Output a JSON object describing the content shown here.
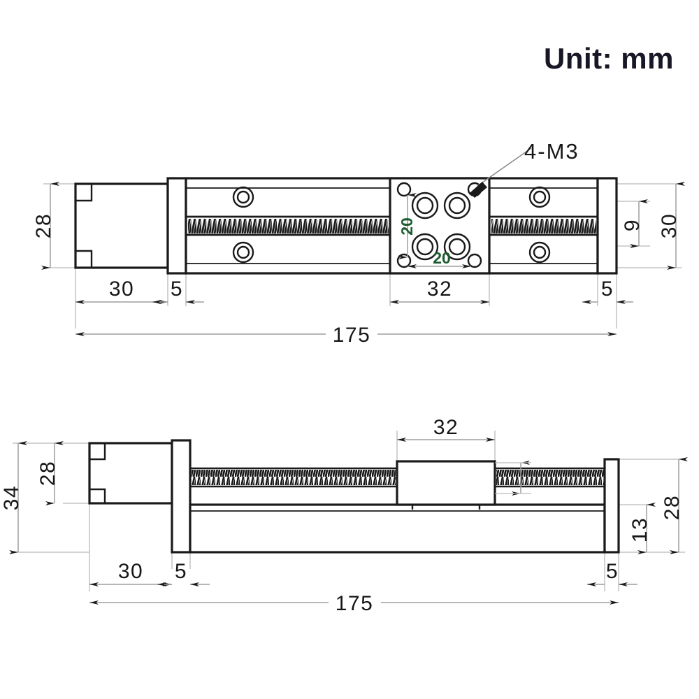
{
  "sheet": {
    "unit_note": "Unit: mm",
    "background_color": "#ffffff",
    "line_color": "#1a1a1a",
    "dimension_color": "#9a9a9a",
    "dimension_text_color": "#1a1a1a",
    "highlight_text_color": "#1d5c2e"
  },
  "views": {
    "top": {
      "name": "top-view",
      "callouts": {
        "thread_note": "4-M3"
      },
      "dimensions": {
        "motor_height": "28",
        "overall_height": "30",
        "rail_offset": "9",
        "motor_length": "30",
        "end_cap_left": "5",
        "carriage_width": "32",
        "end_cap_right": "5",
        "overall_length": "175",
        "hole_pitch_vertical": "20",
        "hole_pitch_horizontal": "20"
      }
    },
    "side": {
      "name": "side-view",
      "dimensions": {
        "overall_height": "34",
        "motor_height": "28",
        "body_height": "28",
        "base_height": "13",
        "motor_length": "30",
        "end_cap_left": "5",
        "carriage_width": "32",
        "end_cap_right": "5",
        "overall_length": "175"
      }
    }
  },
  "chart_data": {
    "type": "table",
    "title": "Linear Actuator Slide Dimensioned Drawing",
    "xlabel": "",
    "ylabel": "",
    "categories": [
      "overall_length",
      "overall_height_top",
      "overall_height_side",
      "motor_length",
      "motor_height",
      "end_cap",
      "carriage_width",
      "hole_pitch",
      "rail_offset",
      "base_height",
      "thread"
    ],
    "values": [
      175,
      30,
      34,
      30,
      28,
      5,
      32,
      20,
      9,
      13,
      3
    ],
    "annotations": [
      "Unit: mm",
      "4-M3",
      "175",
      "32",
      "30",
      "28",
      "34",
      "20",
      "20",
      "9",
      "13",
      "5"
    ]
  }
}
